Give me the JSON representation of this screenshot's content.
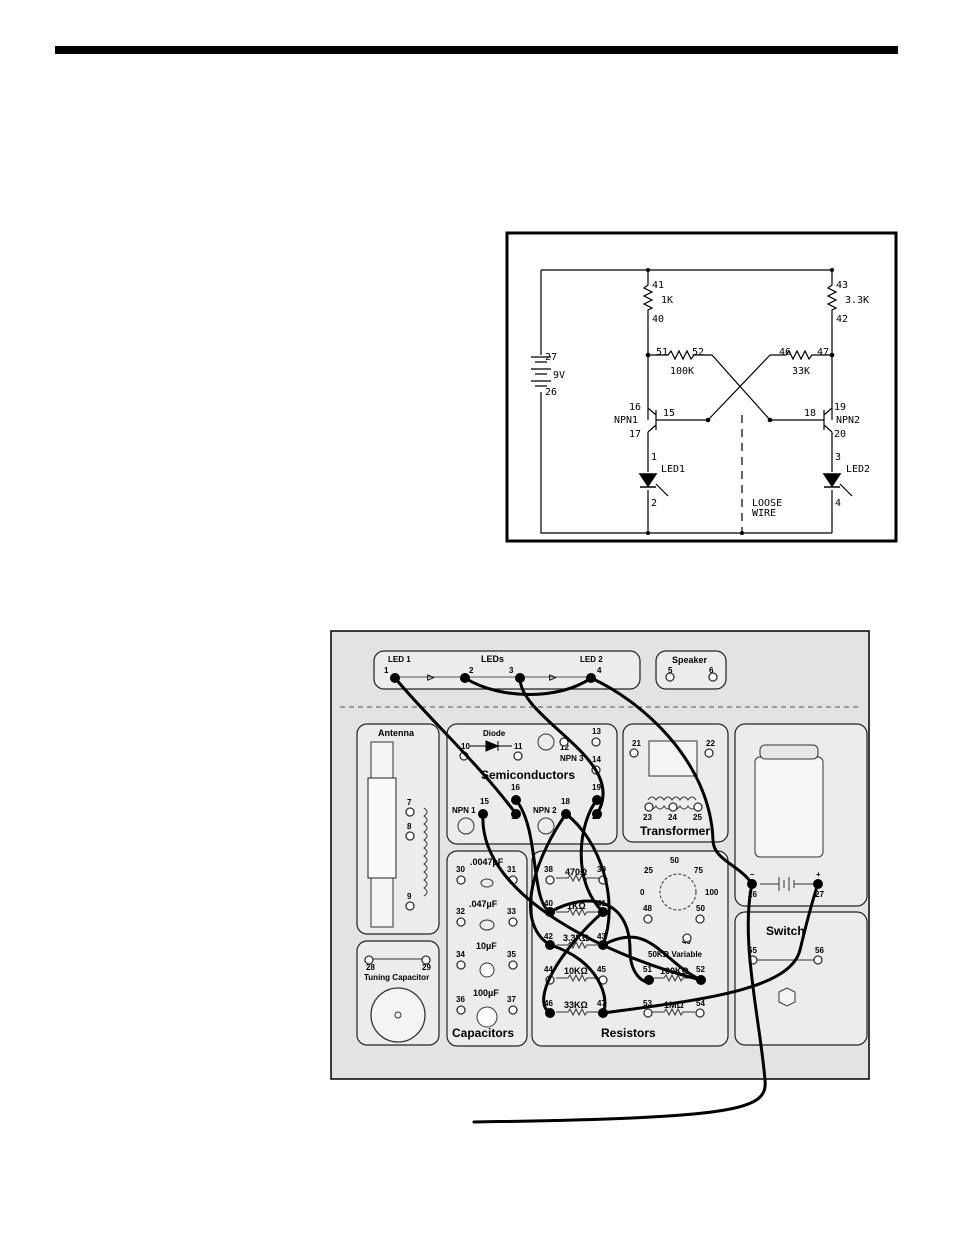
{
  "schematic": {
    "labels": {
      "r1_top": "41",
      "r1_value": "1K",
      "r1_bottom": "40",
      "r2_top": "43",
      "r2_value": "3.3K",
      "r2_bottom": "42",
      "r3_left": "51",
      "r3_right": "52",
      "r3_value": "100K",
      "r4_left": "46",
      "r4_right": "47",
      "r4_value": "33K",
      "batt_top": "27",
      "batt_value": "9V",
      "batt_bottom": "26",
      "q1_c": "16",
      "q1_name": "NPN1",
      "q1_e": "17",
      "q1_b": "15",
      "q2_c": "19",
      "q2_name": "NPN2",
      "q2_e": "20",
      "q2_b": "18",
      "led1_top": "1",
      "led1_name": "LED1",
      "led1_bottom": "2",
      "led2_top": "3",
      "led2_name": "LED2",
      "led2_bottom": "4",
      "loose1": "LOOSE",
      "loose2": "WIRE"
    }
  },
  "board": {
    "leds": {
      "title": "LEDs",
      "led1": "LED 1",
      "led2": "LED 2",
      "t1": "1",
      "t2": "2",
      "t3": "3",
      "t4": "4"
    },
    "speaker": {
      "title": "Speaker",
      "t5": "5",
      "t6": "6"
    },
    "antenna": {
      "title": "Antenna",
      "t7": "7",
      "t8": "8",
      "t9": "9"
    },
    "semis": {
      "title": "Semiconductors",
      "diode": "Diode",
      "npn3": "NPN 3",
      "npn1": "NPN 1",
      "npn2": "NPN 2",
      "t10": "10",
      "t11": "11",
      "t12": "12",
      "t13": "13",
      "t14": "14",
      "t15": "15",
      "t16": "16",
      "t17": "17",
      "t18": "18",
      "t19": "19",
      "t20": "20"
    },
    "transformer": {
      "title": "Transformer",
      "t21": "21",
      "t22": "22",
      "t23": "23",
      "t24": "24",
      "t25": "25"
    },
    "battery": {
      "minus": "–",
      "plus": "+",
      "t26": "26",
      "t27": "27"
    },
    "switch": {
      "title": "Switch",
      "t55": "55",
      "t56": "56"
    },
    "tuning": {
      "title": "Tuning Capacitor",
      "t28": "28",
      "t29": "29"
    },
    "capacitors": {
      "title": "Capacitors",
      "c1": ".0047µF",
      "c2": ".047µF",
      "c3": "10µF",
      "c4": "100µF",
      "t30": "30",
      "t31": "31",
      "t32": "32",
      "t33": "33",
      "t34": "34",
      "t35": "35",
      "t36": "36",
      "t37": "37"
    },
    "resistors": {
      "title": "Resistors",
      "r470": "470Ω",
      "r1k": "1KΩ",
      "r33k3": "3.3KΩ",
      "r10k": "10KΩ",
      "r33k": "33KΩ",
      "r100k": "100KΩ",
      "r1m": "1MΩ",
      "var": "50KΩ Variable",
      "d0": "0",
      "d25": "25",
      "d50": "50",
      "d75": "75",
      "d100": "100",
      "t38": "38",
      "t39": "39",
      "t40": "40",
      "t41": "41",
      "t42": "42",
      "t43": "43",
      "t44": "44",
      "t45": "45",
      "t46": "46",
      "t47": "47",
      "t48": "48",
      "t49": "49",
      "t50": "50",
      "t51": "51",
      "t52": "52",
      "t53": "53",
      "t54": "54"
    }
  }
}
